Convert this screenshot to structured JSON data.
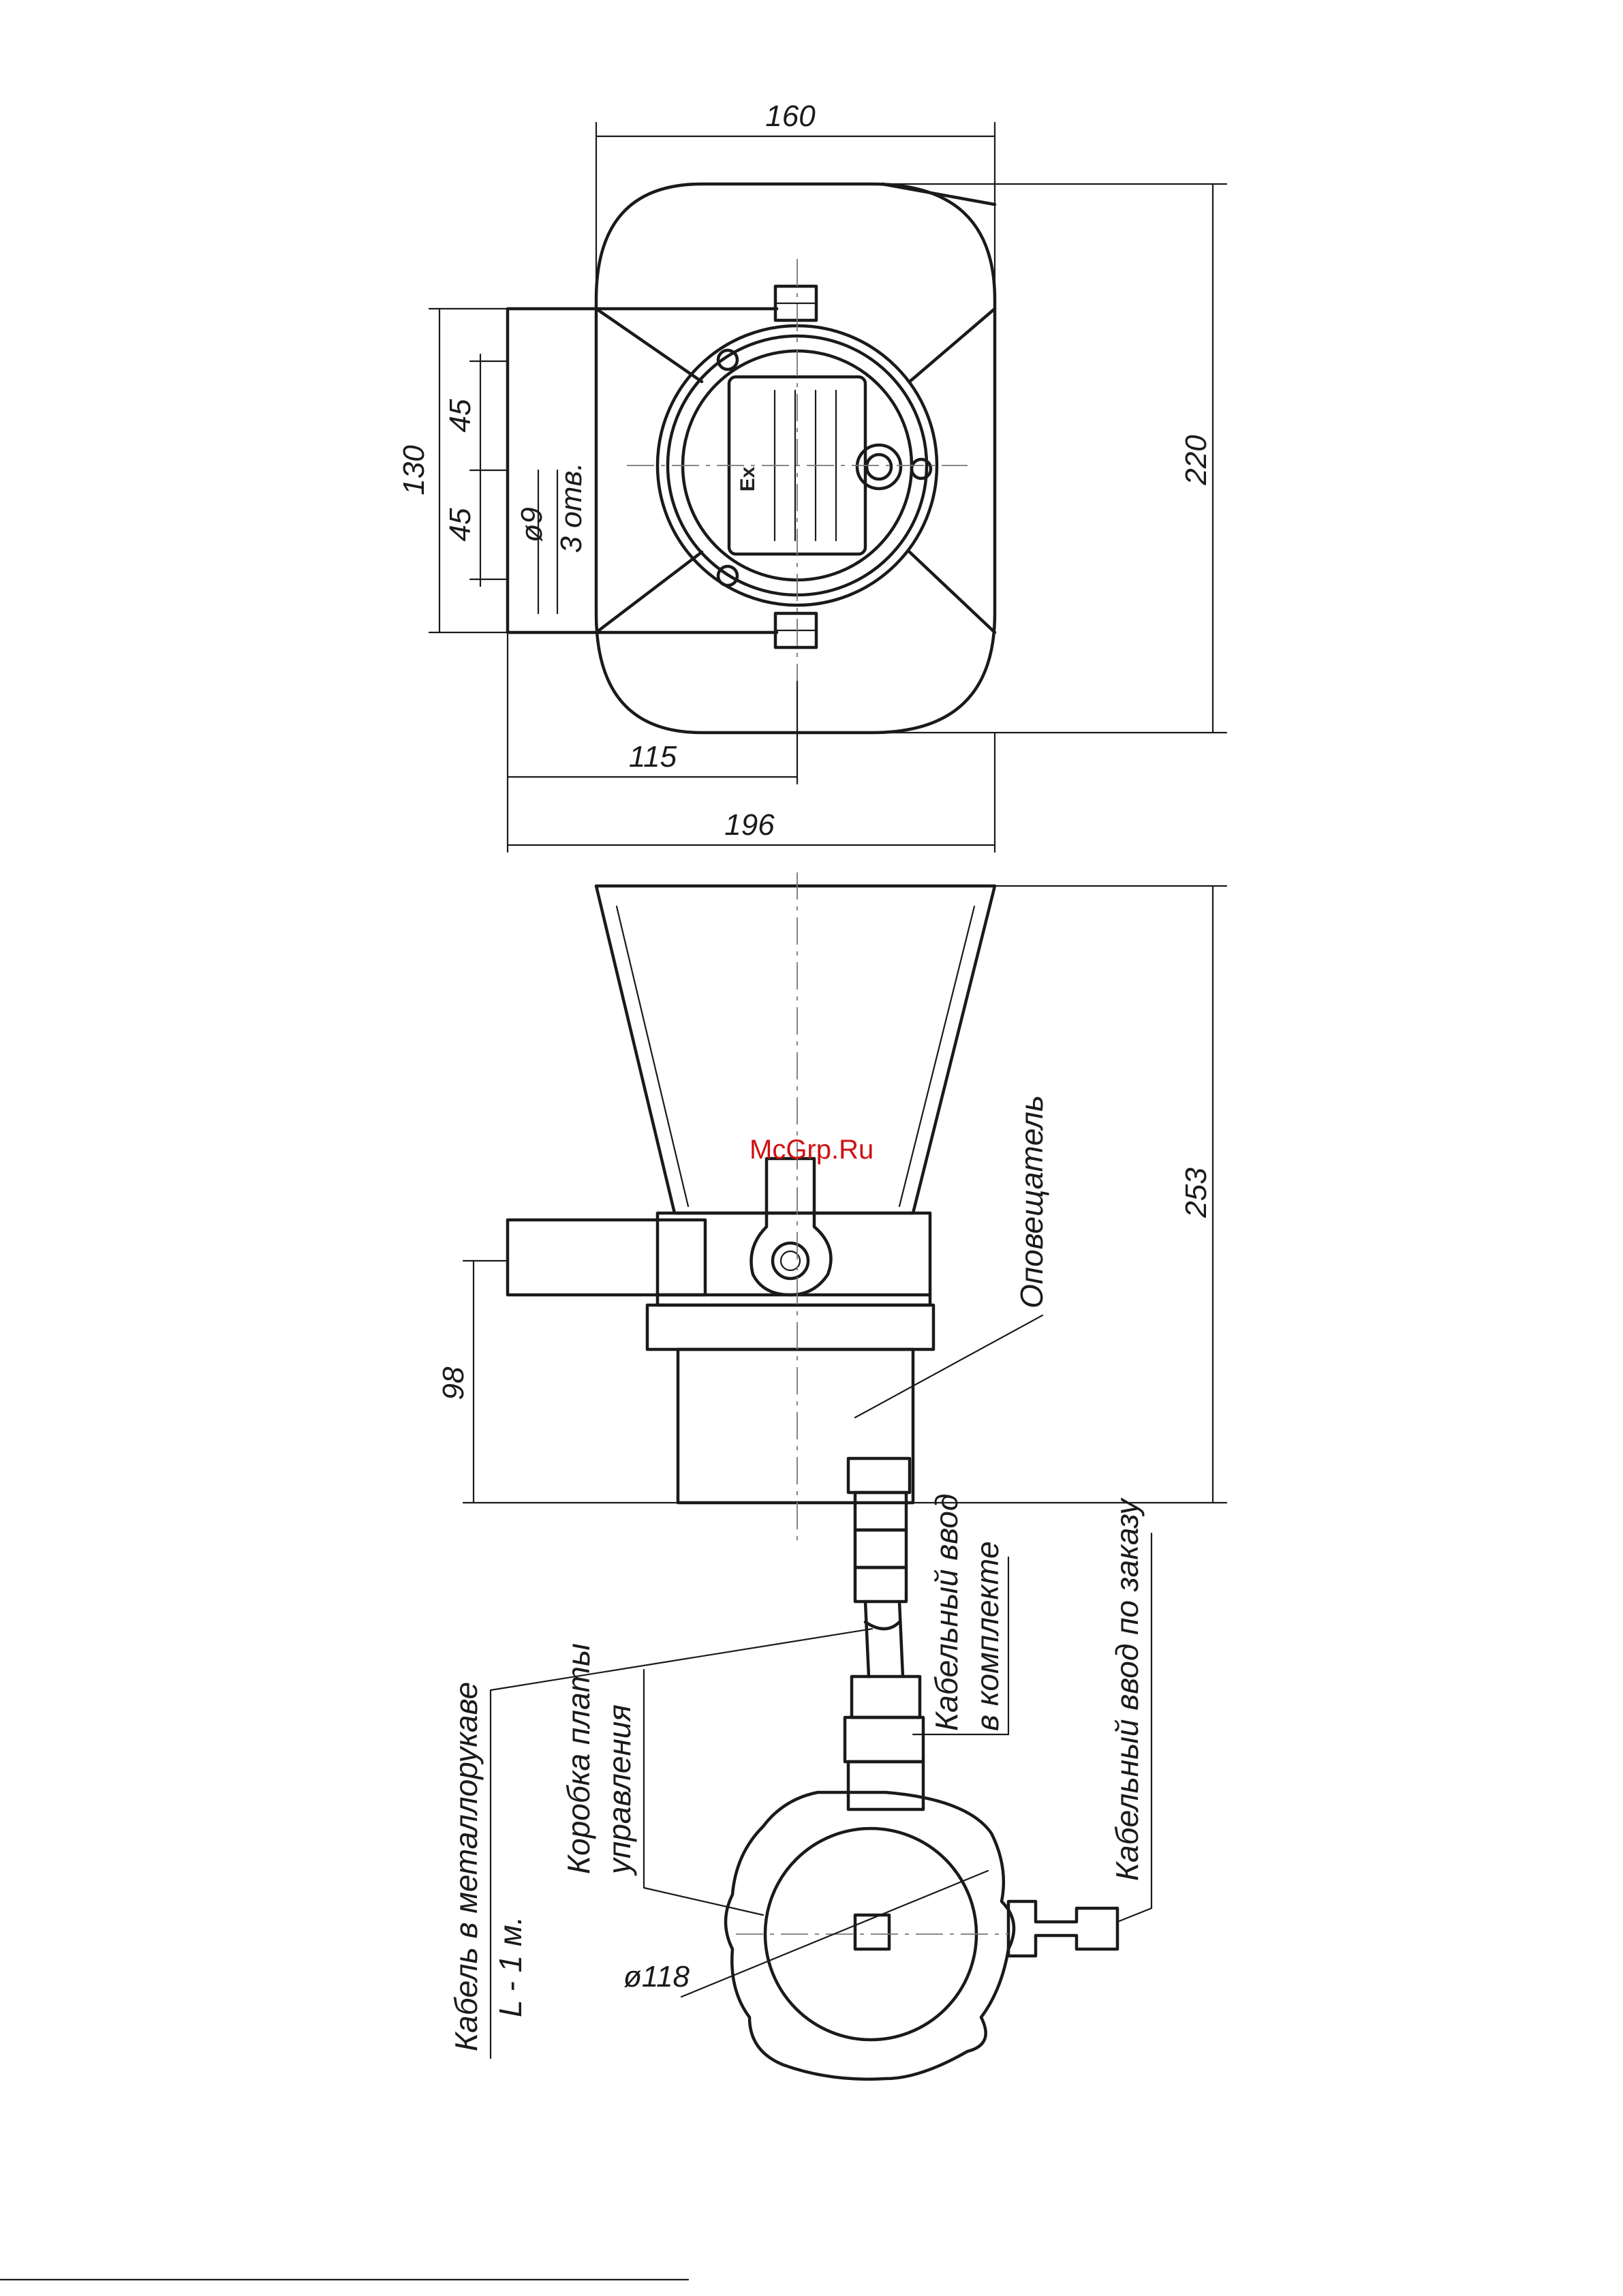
{
  "watermark": "McGrp.Ru",
  "dimensions": {
    "top_width": "160",
    "overall_height": "220",
    "mount_height": "130",
    "hole_spacing_upper": "45",
    "hole_spacing_lower": "45",
    "hole_diameter": "ø9",
    "hole_count": "3 отв.",
    "bracket_offset": "115",
    "overall_width": "196",
    "side_height": "253",
    "lower_height": "98",
    "box_diameter": "ø118"
  },
  "labels": {
    "annunciator": "Оповещатель",
    "cable_entry_included_1": "Кабельный ввод",
    "cable_entry_included_2": "в комплекте",
    "cable_entry_order": "Кабельный ввод по заказу",
    "control_box_1": "Коробка платы",
    "control_box_2": "управления",
    "cable_hose": "Кабель в металлорукаве",
    "cable_length": "L - 1 м."
  },
  "nameplate": {
    "mark": "Ex"
  }
}
